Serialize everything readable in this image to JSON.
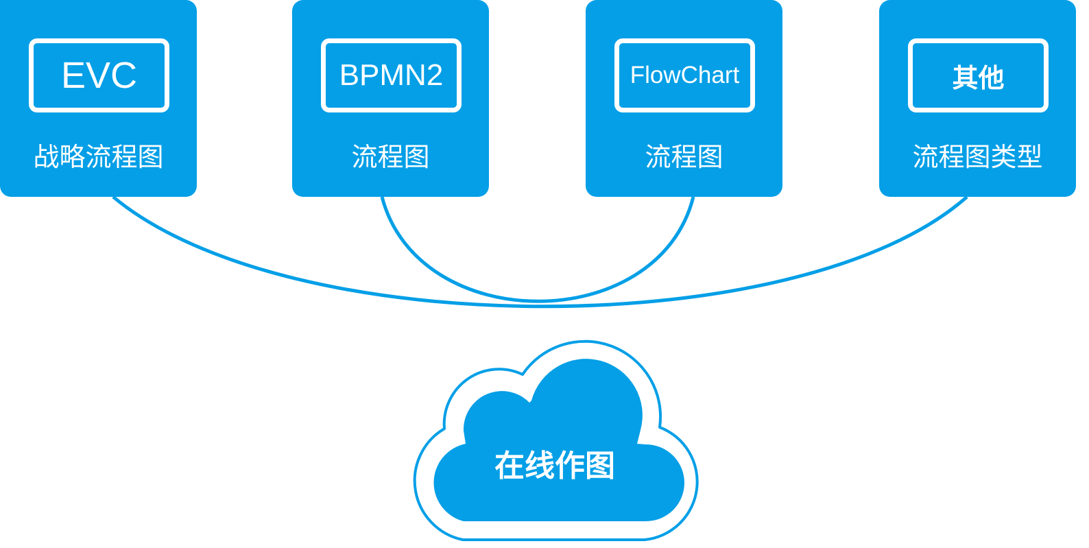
{
  "colors": {
    "card_fill": "#049fe7",
    "connector": "#049fe7",
    "cloud_fill": "#049fe7",
    "cloud_outline": "#049fe7",
    "text": "#ffffff",
    "background": "#ffffff"
  },
  "cards": [
    {
      "label": "EVC",
      "caption": "战略流程图"
    },
    {
      "label": "BPMN2",
      "caption": "流程图"
    },
    {
      "label": "FlowChart",
      "caption": "流程图"
    },
    {
      "label": "其他",
      "caption": "流程图类型"
    }
  ],
  "cloud": {
    "label": "在线作图"
  }
}
